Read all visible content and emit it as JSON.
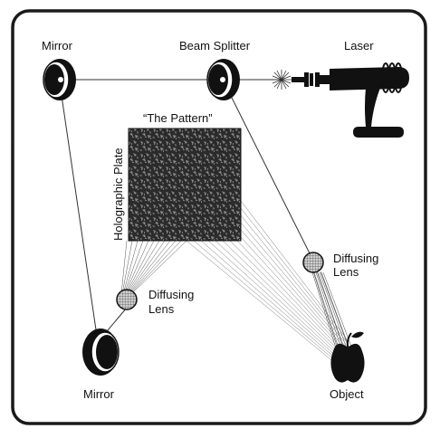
{
  "labels": {
    "mirror_top": "Mirror",
    "beam_splitter": "Beam Splitter",
    "laser": "Laser",
    "pattern": "“The Pattern”",
    "holographic_plate": "Holographic Plate",
    "diffusing_lens_right_line1": "Diffusing",
    "diffusing_lens_right_line2": "Lens",
    "diffusing_lens_left_line1": "Diffusing",
    "diffusing_lens_left_line2": "Lens",
    "mirror_bottom": "Mirror",
    "object": "Object"
  },
  "colors": {
    "ink": "#111111",
    "frame": "#1a1a1a",
    "background": "#ffffff",
    "plate_base": "#2b2b2b",
    "lens_fill": "#bdbdbd"
  },
  "icons": {
    "object": "apple-icon",
    "laser": "laser-gun-icon"
  }
}
